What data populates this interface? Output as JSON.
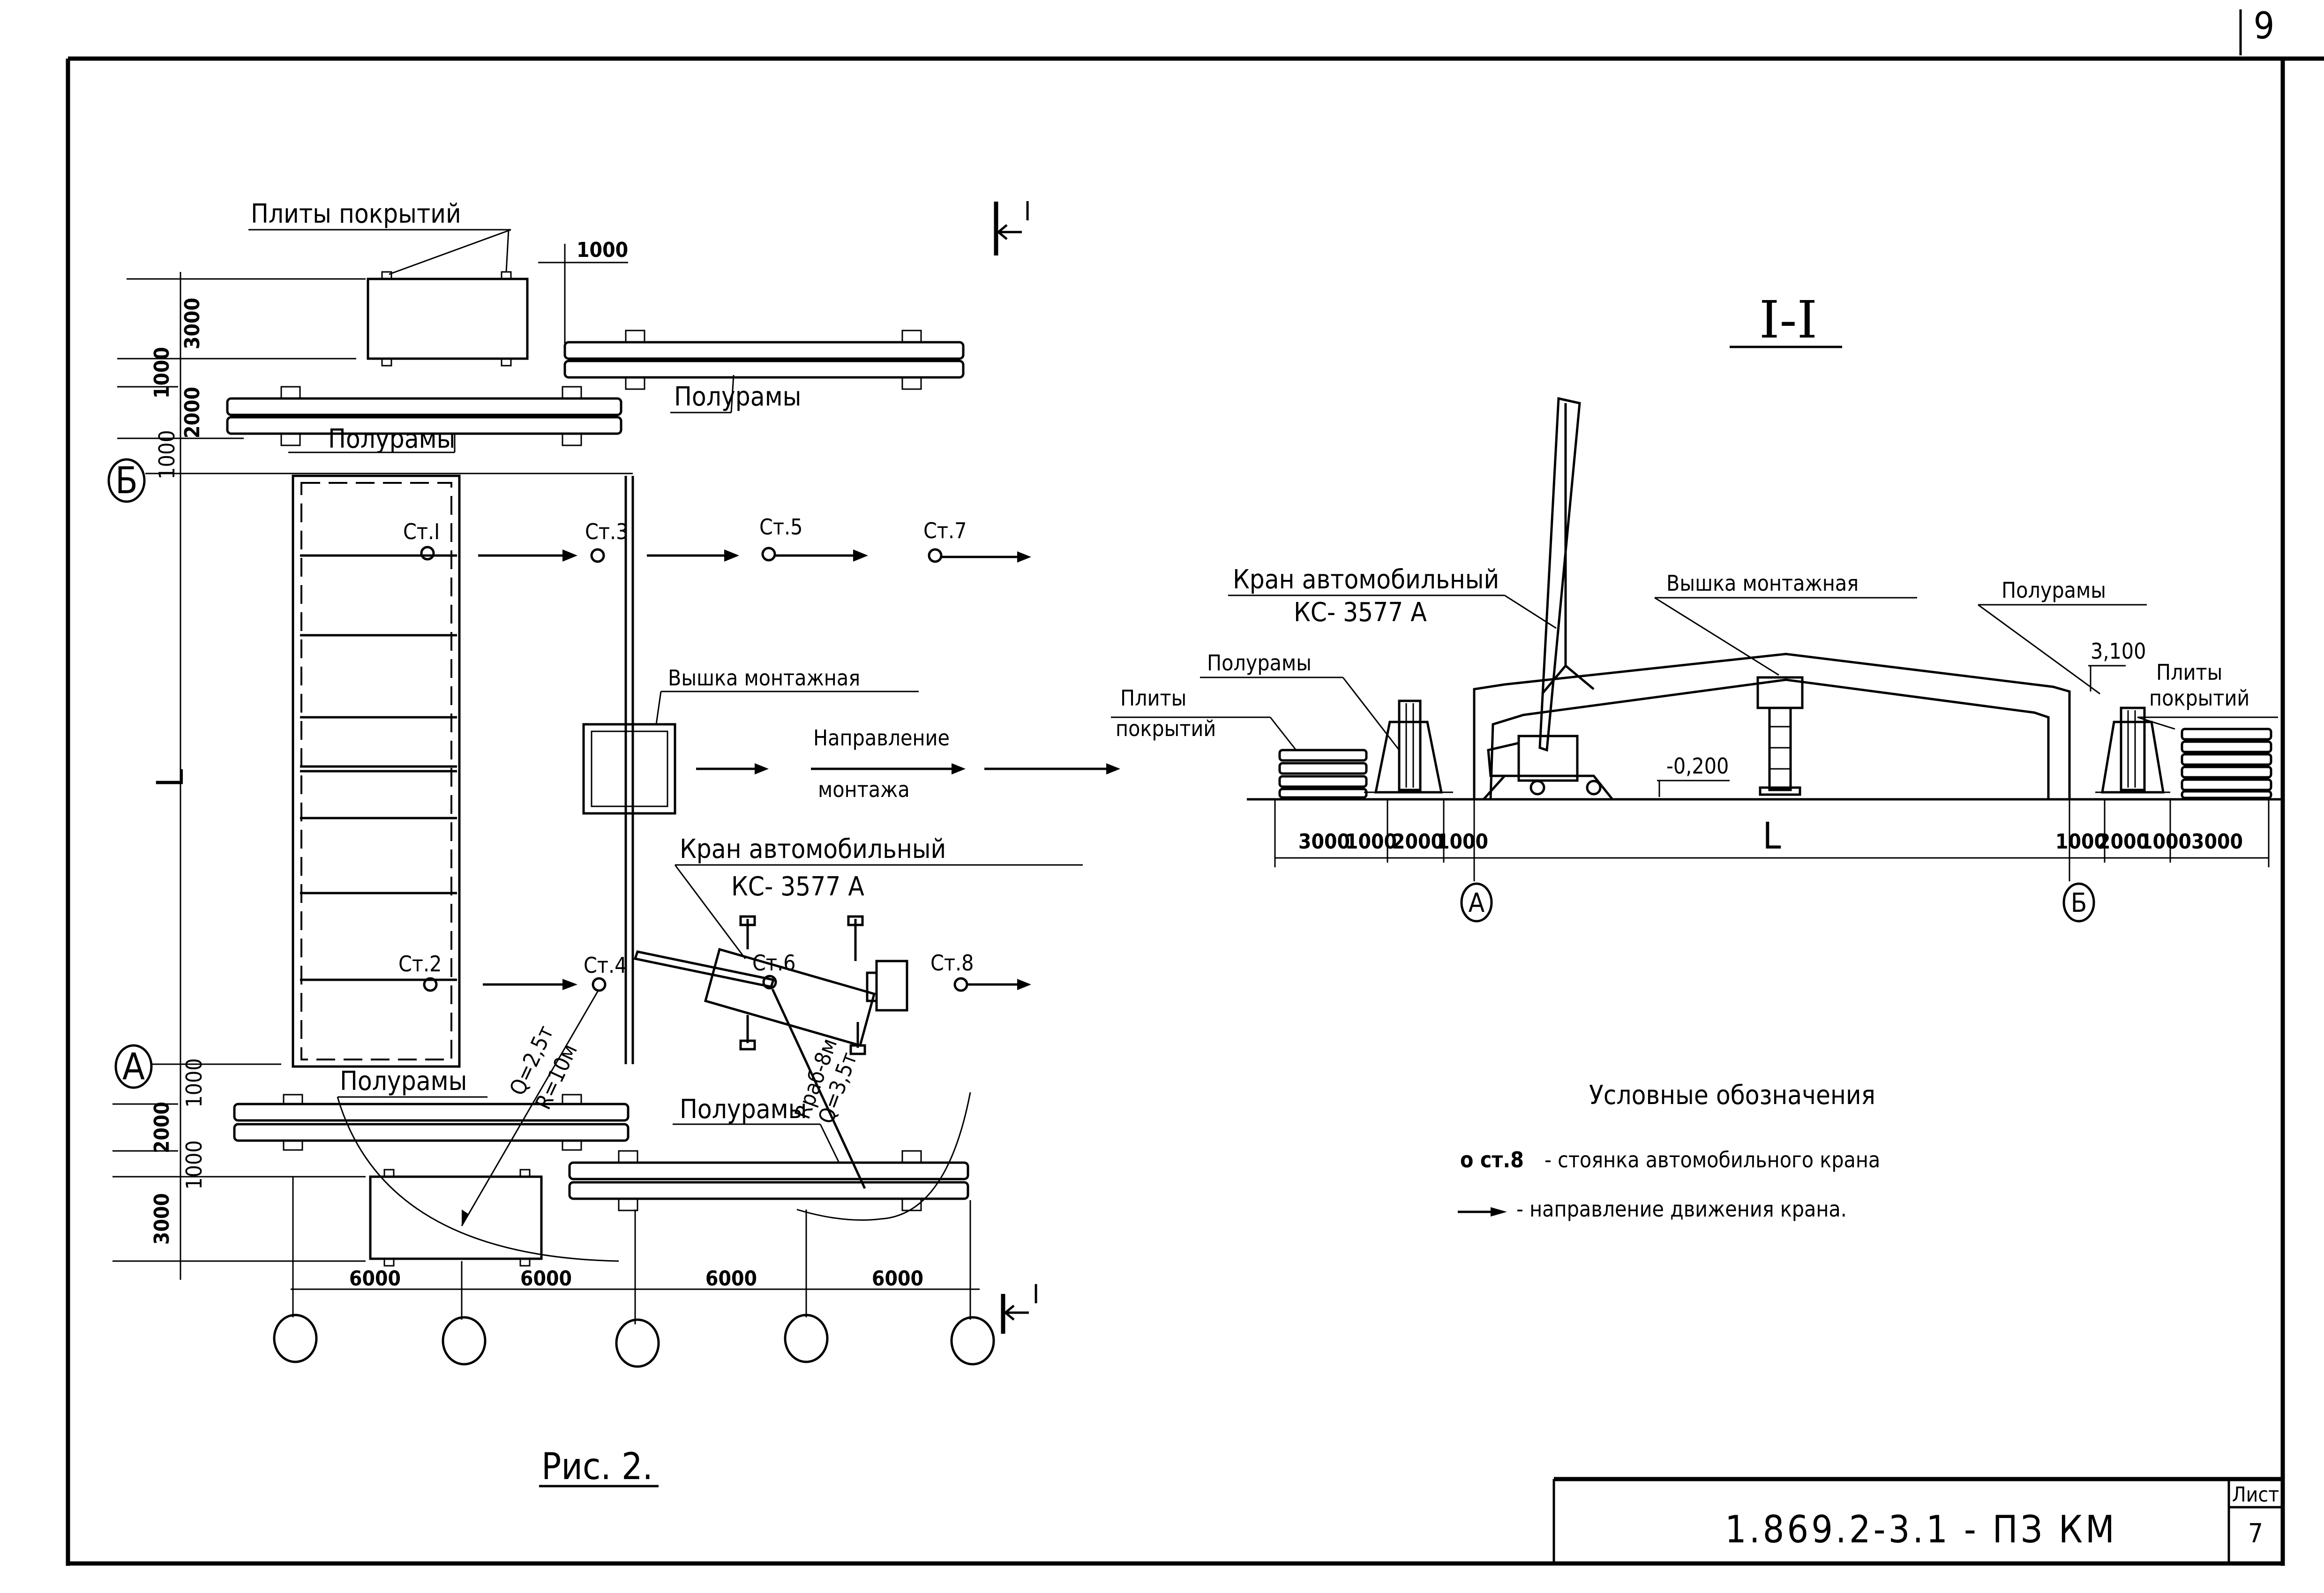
{
  "page_number": "9",
  "figure_caption": "Рис. 2.",
  "section_mark": "I",
  "plan": {
    "labels": {
      "slabs_top": "Плиты покрытий",
      "halfframes_top_right": "Полурамы",
      "halfframes_top_left": "Полурамы",
      "halfframes_bottom_left": "Полурамы",
      "halfframes_bottom_right": "Полурамы",
      "tower": "Вышка монтажная",
      "direction_line1": "Направление",
      "direction_line2": "монтажа",
      "crane_line1": "Кран автомобильный",
      "crane_line2": "КС- 3577 А",
      "span_symbol": "L",
      "reach_1": "Q=2,5т",
      "radius_1": "R=10м",
      "reach_2": "Rраб-8м",
      "load_2": "Q=3,5т"
    },
    "axes": {
      "top": "Б",
      "bottom": "А"
    },
    "stations": [
      "Ст.I",
      "Ст.3",
      "Ст.5",
      "Ст.7",
      "Ст.2",
      "Ст.4",
      "Ст.6",
      "Ст.8"
    ],
    "dims_vertical_top": [
      "3000",
      "1000",
      "2000",
      "1000"
    ],
    "dims_vertical_bottom": [
      "1000",
      "2000",
      "1000",
      "3000"
    ],
    "dim_gap_top": "1000",
    "dims_bottom": [
      "6000",
      "6000",
      "6000",
      "6000"
    ]
  },
  "section": {
    "title": "I-I",
    "labels": {
      "crane_line1": "Кран автомобильный",
      "crane_line2": "КС- 3577 А",
      "tower": "Вышка монтажная",
      "halfframes_left": "Полурамы",
      "halfframes_right": "Полурамы",
      "slabs_left_1": "Плиты",
      "slabs_left_2": "покрытий",
      "slabs_right_1": "Плиты",
      "slabs_right_2": "покрытий",
      "elev_low": "-0,200",
      "elev_high": "3,100",
      "span_symbol": "L"
    },
    "axes": {
      "left": "А",
      "right": "Б"
    },
    "dims_left": [
      "3000",
      "1000",
      "2000",
      "1000"
    ],
    "dims_right": [
      "1000",
      "2000",
      "1000",
      "3000"
    ]
  },
  "legend": {
    "title": "Условные обозначения",
    "items": [
      {
        "symbol": "о ст.8",
        "text": "- стоянка автомобильного крана"
      },
      {
        "symbol": "arrow",
        "text": "- направление движения крана."
      }
    ]
  },
  "title_block": {
    "code": "1.869.2-3.1 - ПЗ  КМ",
    "sheet_label": "Лист",
    "sheet_number": "7"
  }
}
